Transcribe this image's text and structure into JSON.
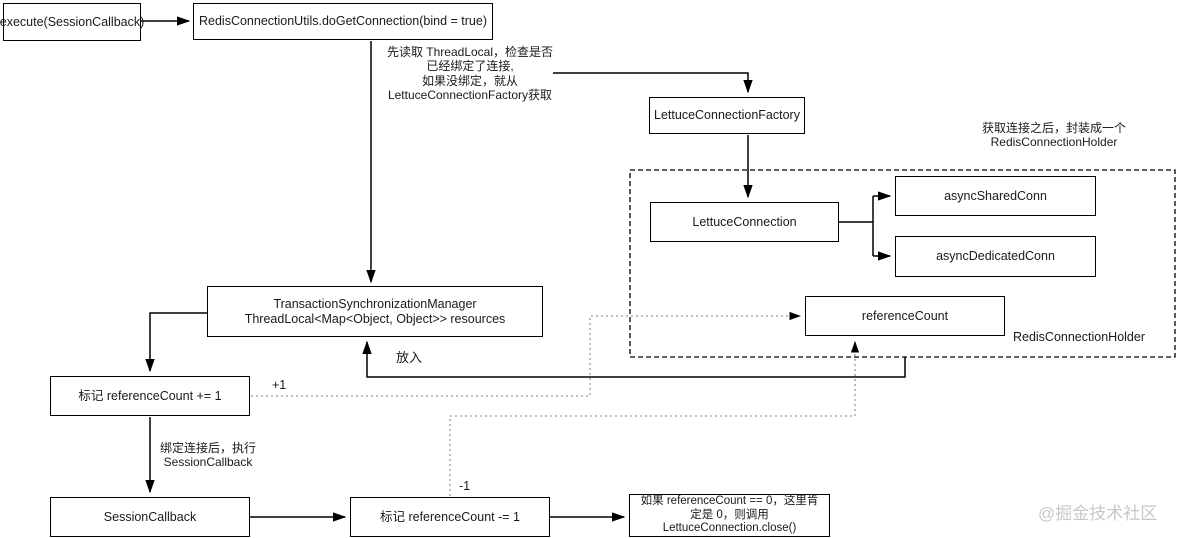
{
  "colors": {
    "line": "#000000",
    "dotted_line": "#999999",
    "box_background": "#ffffff",
    "text": "#1a1a1a",
    "watermark": "#c8c8c8"
  },
  "nodes": {
    "execute": {
      "label": "execute(SessionCallback)"
    },
    "do_get_connection": {
      "label": "RedisConnectionUtils.doGetConnection(bind = true)"
    },
    "factory": {
      "label": "LettuceConnectionFactory"
    },
    "lettuce_connection": {
      "label": "LettuceConnection"
    },
    "async_shared": {
      "label": "asyncSharedConn"
    },
    "async_dedicated": {
      "label": "asyncDedicatedConn"
    },
    "reference_count": {
      "label": "referenceCount"
    },
    "holder_container": {
      "label": "RedisConnectionHolder"
    },
    "tsm": {
      "lines": [
        "TransactionSynchronizationManager",
        "ThreadLocal<Map<Object, Object>> resources"
      ]
    },
    "mark_incr": {
      "label": "标记 referenceCount += 1"
    },
    "session_callback": {
      "label": "SessionCallback"
    },
    "mark_decr": {
      "label": "标记 referenceCount -= 1"
    },
    "close_note": {
      "lines": [
        "如果 referenceCount == 0，这里肯",
        "定是 0，则调用",
        "LettuceConnection.close()"
      ]
    }
  },
  "annotations": {
    "threadlocal_note": {
      "lines": [
        "先读取 ThreadLocal，检查是否",
        "已经绑定了连接,",
        "如果没绑定，就从",
        "LettuceConnectionFactory获取"
      ]
    },
    "holder_note": {
      "lines": [
        "获取连接之后，封装成一个",
        "RedisConnectionHolder"
      ]
    },
    "put_label": "放入",
    "plus_one_label": "+1",
    "minus_one_label": "-1",
    "bind_note": {
      "lines": [
        "绑定连接后，执行",
        "SessionCallback"
      ]
    }
  },
  "watermark": "@掘金技术社区"
}
